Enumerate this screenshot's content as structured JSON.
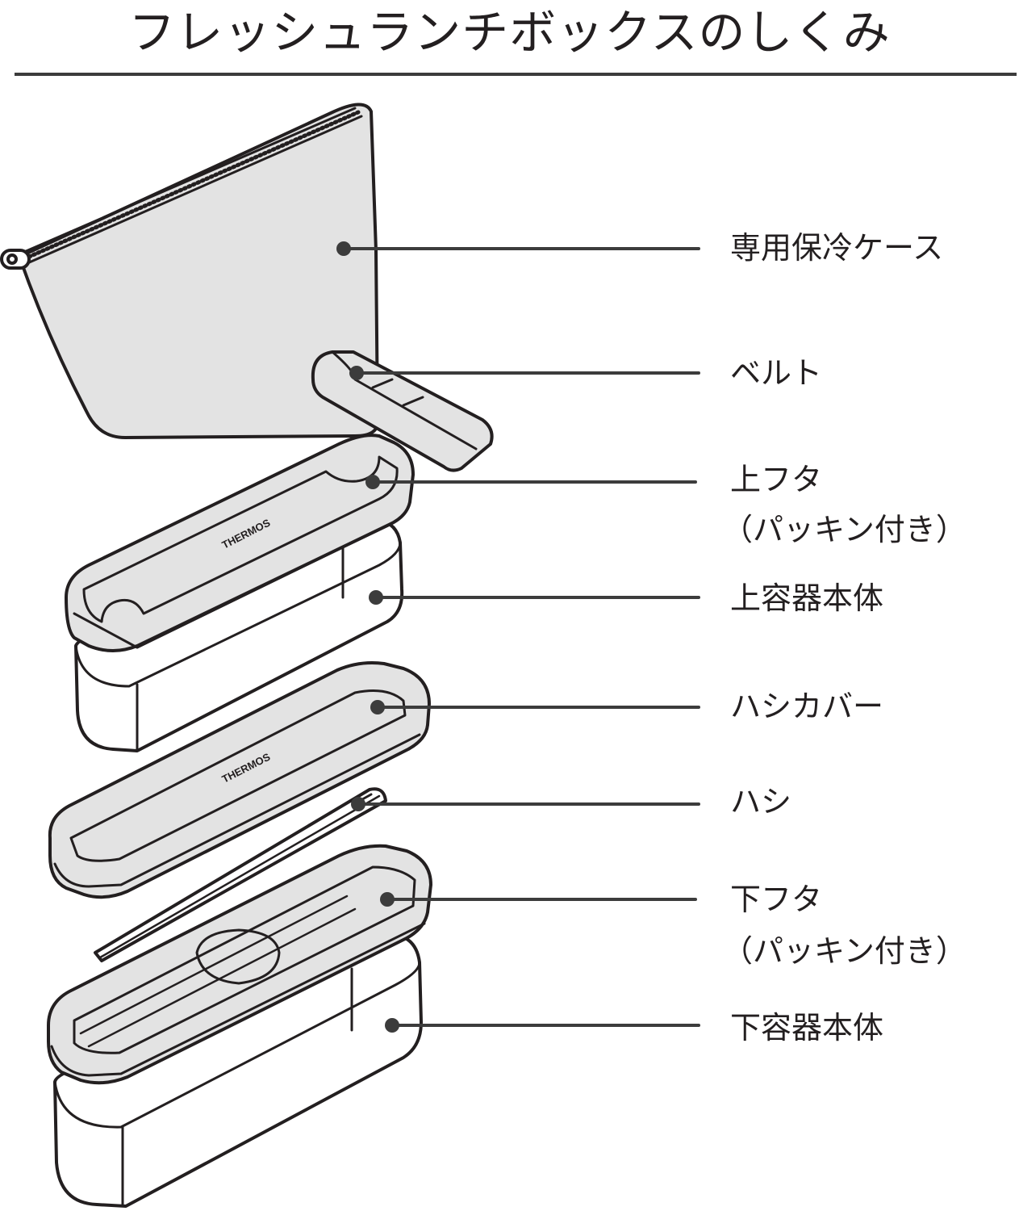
{
  "title": "フレッシュランチボックスのしくみ",
  "brand": "THERMOS",
  "colors": {
    "part_fill": "#e3e3e3",
    "line": "#231f20",
    "background": "#ffffff"
  },
  "parts": [
    {
      "id": "case",
      "label": "専用保冷ケース"
    },
    {
      "id": "belt",
      "label": "ベルト"
    },
    {
      "id": "upper-lid",
      "label": "上フタ",
      "sublabel": "（パッキン付き）"
    },
    {
      "id": "upper-container",
      "label": "上容器本体"
    },
    {
      "id": "chopstick-cover",
      "label": "ハシカバー"
    },
    {
      "id": "chopsticks",
      "label": "ハシ"
    },
    {
      "id": "lower-lid",
      "label": "下フタ",
      "sublabel": "（パッキン付き）"
    },
    {
      "id": "lower-container",
      "label": "下容器本体"
    }
  ]
}
